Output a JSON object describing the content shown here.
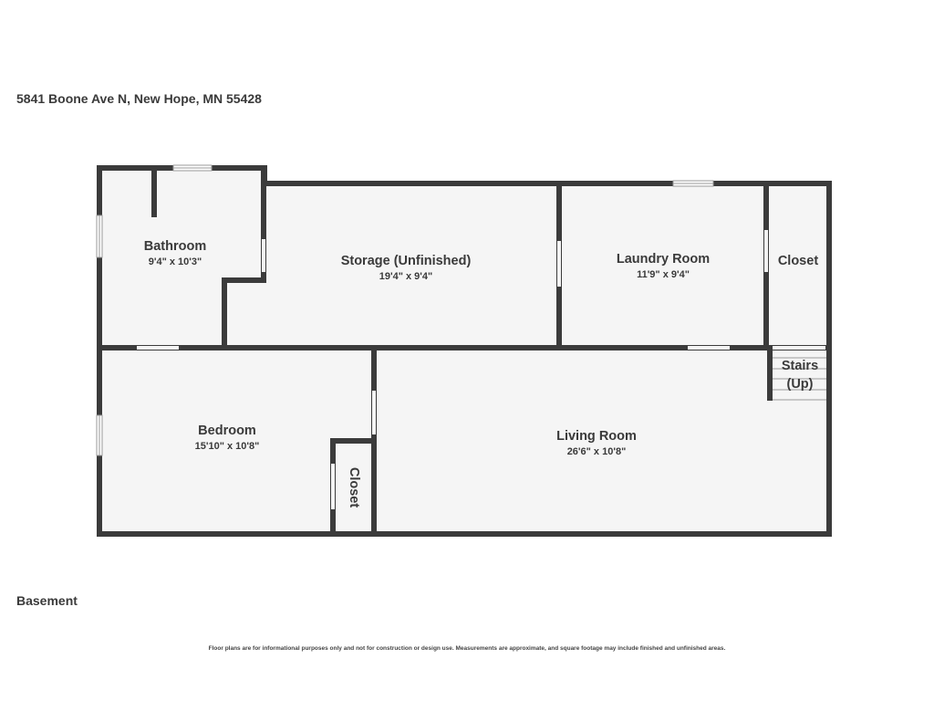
{
  "address": "5841 Boone Ave N, New Hope, MN 55428",
  "floor_label": "Basement",
  "disclaimer": "Floor plans are for informational purposes only and not for construction or design use. Measurements are approximate, and square footage may include finished and unfinished areas.",
  "rooms": {
    "bathroom": {
      "name": "Bathroom",
      "dims": "9'4\" x 10'3\""
    },
    "storage": {
      "name": "Storage (Unfinished)",
      "dims": "19'4\" x 9'4\""
    },
    "laundry": {
      "name": "Laundry Room",
      "dims": "11'9\" x 9'4\""
    },
    "closet_upper": {
      "name": "Closet"
    },
    "stairs": {
      "name_line1": "Stairs",
      "name_line2": "(Up)"
    },
    "bedroom": {
      "name": "Bedroom",
      "dims": "15'10\" x 10'8\""
    },
    "living": {
      "name": "Living Room",
      "dims": "26'6\" x 10'8\""
    },
    "closet_lower": {
      "name": "Closet"
    }
  },
  "colors": {
    "wall": "#3b3b3b",
    "floor": "#f5f5f5",
    "text": "#3a3a3a",
    "background": "#ffffff"
  }
}
